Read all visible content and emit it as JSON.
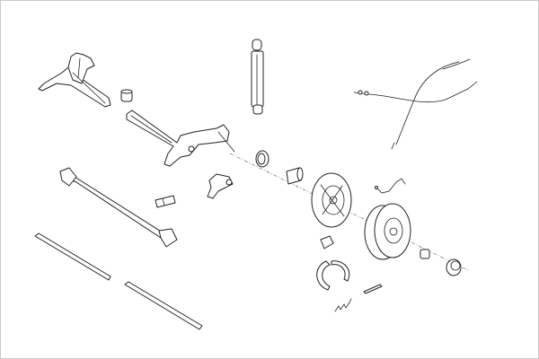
{
  "diagram": {
    "type": "exploded-parts-view",
    "colors": {
      "line": "#222222",
      "background": "#ffffff",
      "border": "#c8c8c8"
    },
    "parts": [
      {
        "id": "trailing-arm"
      },
      {
        "id": "axle-bushing"
      },
      {
        "id": "shock-absorber"
      },
      {
        "id": "handbrake-cables"
      },
      {
        "id": "rear-axle-beam"
      },
      {
        "id": "wheel-bearing"
      },
      {
        "id": "hub-bushing"
      },
      {
        "id": "brake-backing-plate"
      },
      {
        "id": "brake-line"
      },
      {
        "id": "brake-drum"
      },
      {
        "id": "axle-nut"
      },
      {
        "id": "hub-cap"
      },
      {
        "id": "mounting-bracket"
      },
      {
        "id": "clip"
      },
      {
        "id": "panhard-rod"
      },
      {
        "id": "torsion-bar-left"
      },
      {
        "id": "torsion-bar-right"
      },
      {
        "id": "wheel-cylinder"
      },
      {
        "id": "brake-shoes"
      },
      {
        "id": "return-spring"
      },
      {
        "id": "adjuster"
      }
    ]
  }
}
